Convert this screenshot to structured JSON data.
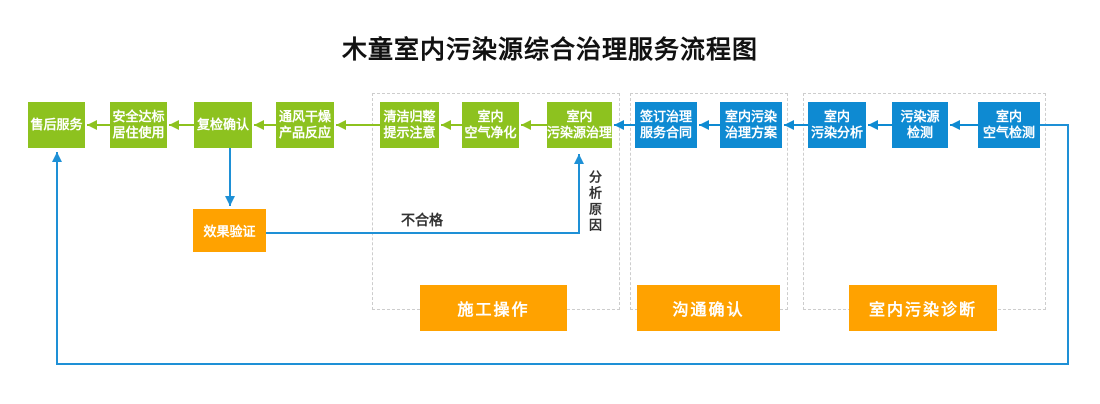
{
  "title": "木童室内污染源综合治理服务流程图",
  "colors": {
    "node_green": "#8DC21F",
    "node_blue": "#0E8AD2",
    "accent_orange": "#FFA200",
    "connector_blue": "#1E90D6",
    "group_border_gray": "#CDCDCD",
    "edge_label_text": "#333333"
  },
  "flow": {
    "nodes": [
      {
        "id": "after-sales-service",
        "label": "售后服务"
      },
      {
        "id": "safety-compliance",
        "label": "安全达标\n居住使用"
      },
      {
        "id": "recheck-confirm",
        "label": "复检确认"
      },
      {
        "id": "ventilation-drying",
        "label": "通风干燥\n产品反应"
      },
      {
        "id": "cleanup-reminder",
        "label": "清洁归整\n提示注意"
      },
      {
        "id": "air-purification",
        "label": "室内\n空气净化"
      },
      {
        "id": "pollution-source-treatment",
        "label": "室内\n污染源治理"
      },
      {
        "id": "sign-service-contract",
        "label": "签订治理\n服务合同"
      },
      {
        "id": "treatment-plan",
        "label": "室内污染\n治理方案"
      },
      {
        "id": "pollution-analysis",
        "label": "室内\n污染分析"
      },
      {
        "id": "pollution-source-detection",
        "label": "污染源\n检测"
      },
      {
        "id": "indoor-air-detection",
        "label": "室内\n空气检测"
      }
    ],
    "verify_node": {
      "id": "effect-verification",
      "label": "效果验证"
    },
    "groups": [
      {
        "id": "construction-operation",
        "label": "施工操作"
      },
      {
        "id": "communication-confirm",
        "label": "沟通确认"
      },
      {
        "id": "indoor-pollution-diagnosis",
        "label": "室内污染诊断"
      }
    ],
    "edge_labels": {
      "unqualified": "不合格",
      "analyze_cause": "分析原因"
    }
  }
}
